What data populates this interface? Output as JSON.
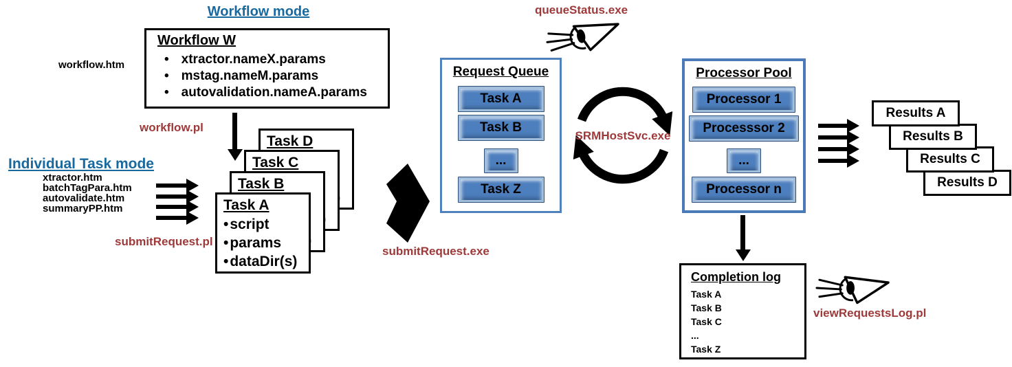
{
  "colors": {
    "heading_blue": "#1A699E",
    "label_dark_red": "#9E3939",
    "panel_border_blue": "#4F81BD",
    "button_blue": "#4D7EBD",
    "shape_black": "#000000"
  },
  "workflow_mode": {
    "title": "Workflow mode",
    "box_title": "Workflow W",
    "bullets": [
      "xtractor.nameX.params",
      "mstag.nameM.params",
      "autovalidation.nameA.params"
    ],
    "htm_label": "workflow.htm",
    "pl_label": "workflow.pl"
  },
  "individual_task_mode": {
    "title": "Individual Task mode",
    "files": [
      "xtractor.htm",
      "batchTagPara.htm",
      "autovalidate.htm",
      "summaryPP.htm"
    ],
    "pl_label": "submitRequest.pl"
  },
  "task_stack": {
    "cards": [
      {
        "title": "Task D"
      },
      {
        "title": "Task C"
      },
      {
        "title": "Task B"
      },
      {
        "title": "Task A"
      }
    ],
    "card_bullets": [
      "script",
      "params",
      "dataDir(s)"
    ]
  },
  "submit_exe_label": "submitRequest.exe",
  "request_queue": {
    "title": "Request Queue",
    "buttons": [
      "Task A",
      "Task B",
      "...",
      "Task Z"
    ],
    "monitor_label": "queueStatus.exe"
  },
  "service_label": "SRMHostSvc.exe",
  "processor_pool": {
    "title": "Processor Pool",
    "buttons": [
      "Processor 1",
      "Processsor 2",
      "...",
      "Processor n"
    ]
  },
  "results": {
    "labels": [
      "Results A",
      "Results B",
      "Results C",
      "Results D"
    ]
  },
  "completion_log": {
    "title": "Completion log",
    "items": [
      "Task A",
      "Task B",
      "Task C",
      "...",
      "Task Z"
    ],
    "viewer_label": "viewRequestsLog.pl"
  }
}
